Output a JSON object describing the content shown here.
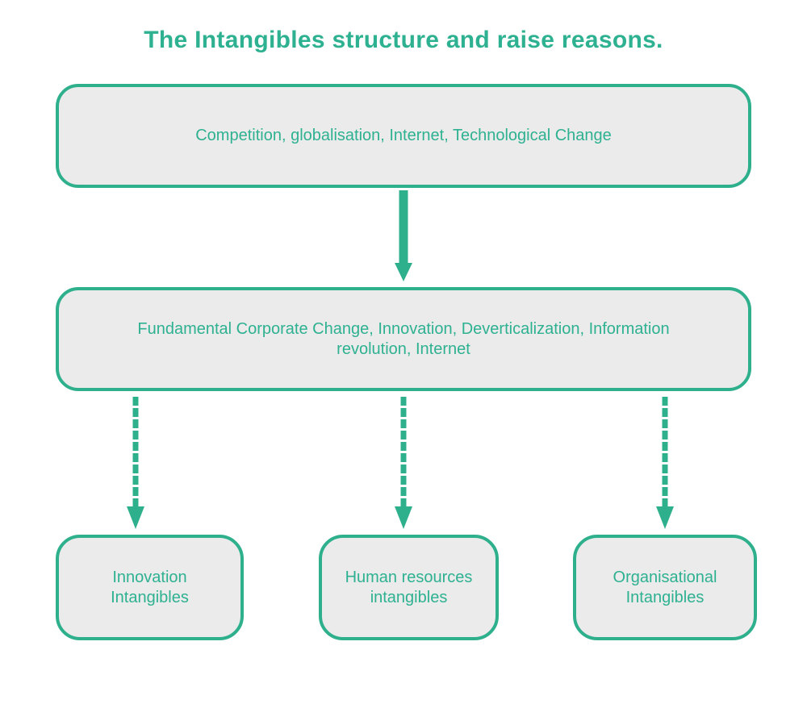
{
  "title": "The Intangibles structure and raise reasons.",
  "colors": {
    "accent": "#2fb08d",
    "accent_text": "#2eb191",
    "box_fill": "#ebebeb",
    "page_background": "#ffffff"
  },
  "flowchart": {
    "top_box": {
      "label": "Competition, globalisation, Internet, Technological Change"
    },
    "middle_box": {
      "label": "Fundamental Corporate Change, Innovation, Deverticalization, Information revolution, Internet"
    },
    "bottom_boxes": [
      {
        "label": "Innovation Intangibles"
      },
      {
        "label": "Human resources intangibles"
      },
      {
        "label": "Organisational Intangibles"
      }
    ],
    "connectors": [
      {
        "from": "top_box",
        "to": "middle_box",
        "style": "solid-arrow-down"
      },
      {
        "from": "middle_box",
        "to": "bottom_boxes.0",
        "style": "dashed-arrow-down"
      },
      {
        "from": "middle_box",
        "to": "bottom_boxes.1",
        "style": "dashed-arrow-down"
      },
      {
        "from": "middle_box",
        "to": "bottom_boxes.2",
        "style": "dashed-arrow-down"
      }
    ]
  }
}
